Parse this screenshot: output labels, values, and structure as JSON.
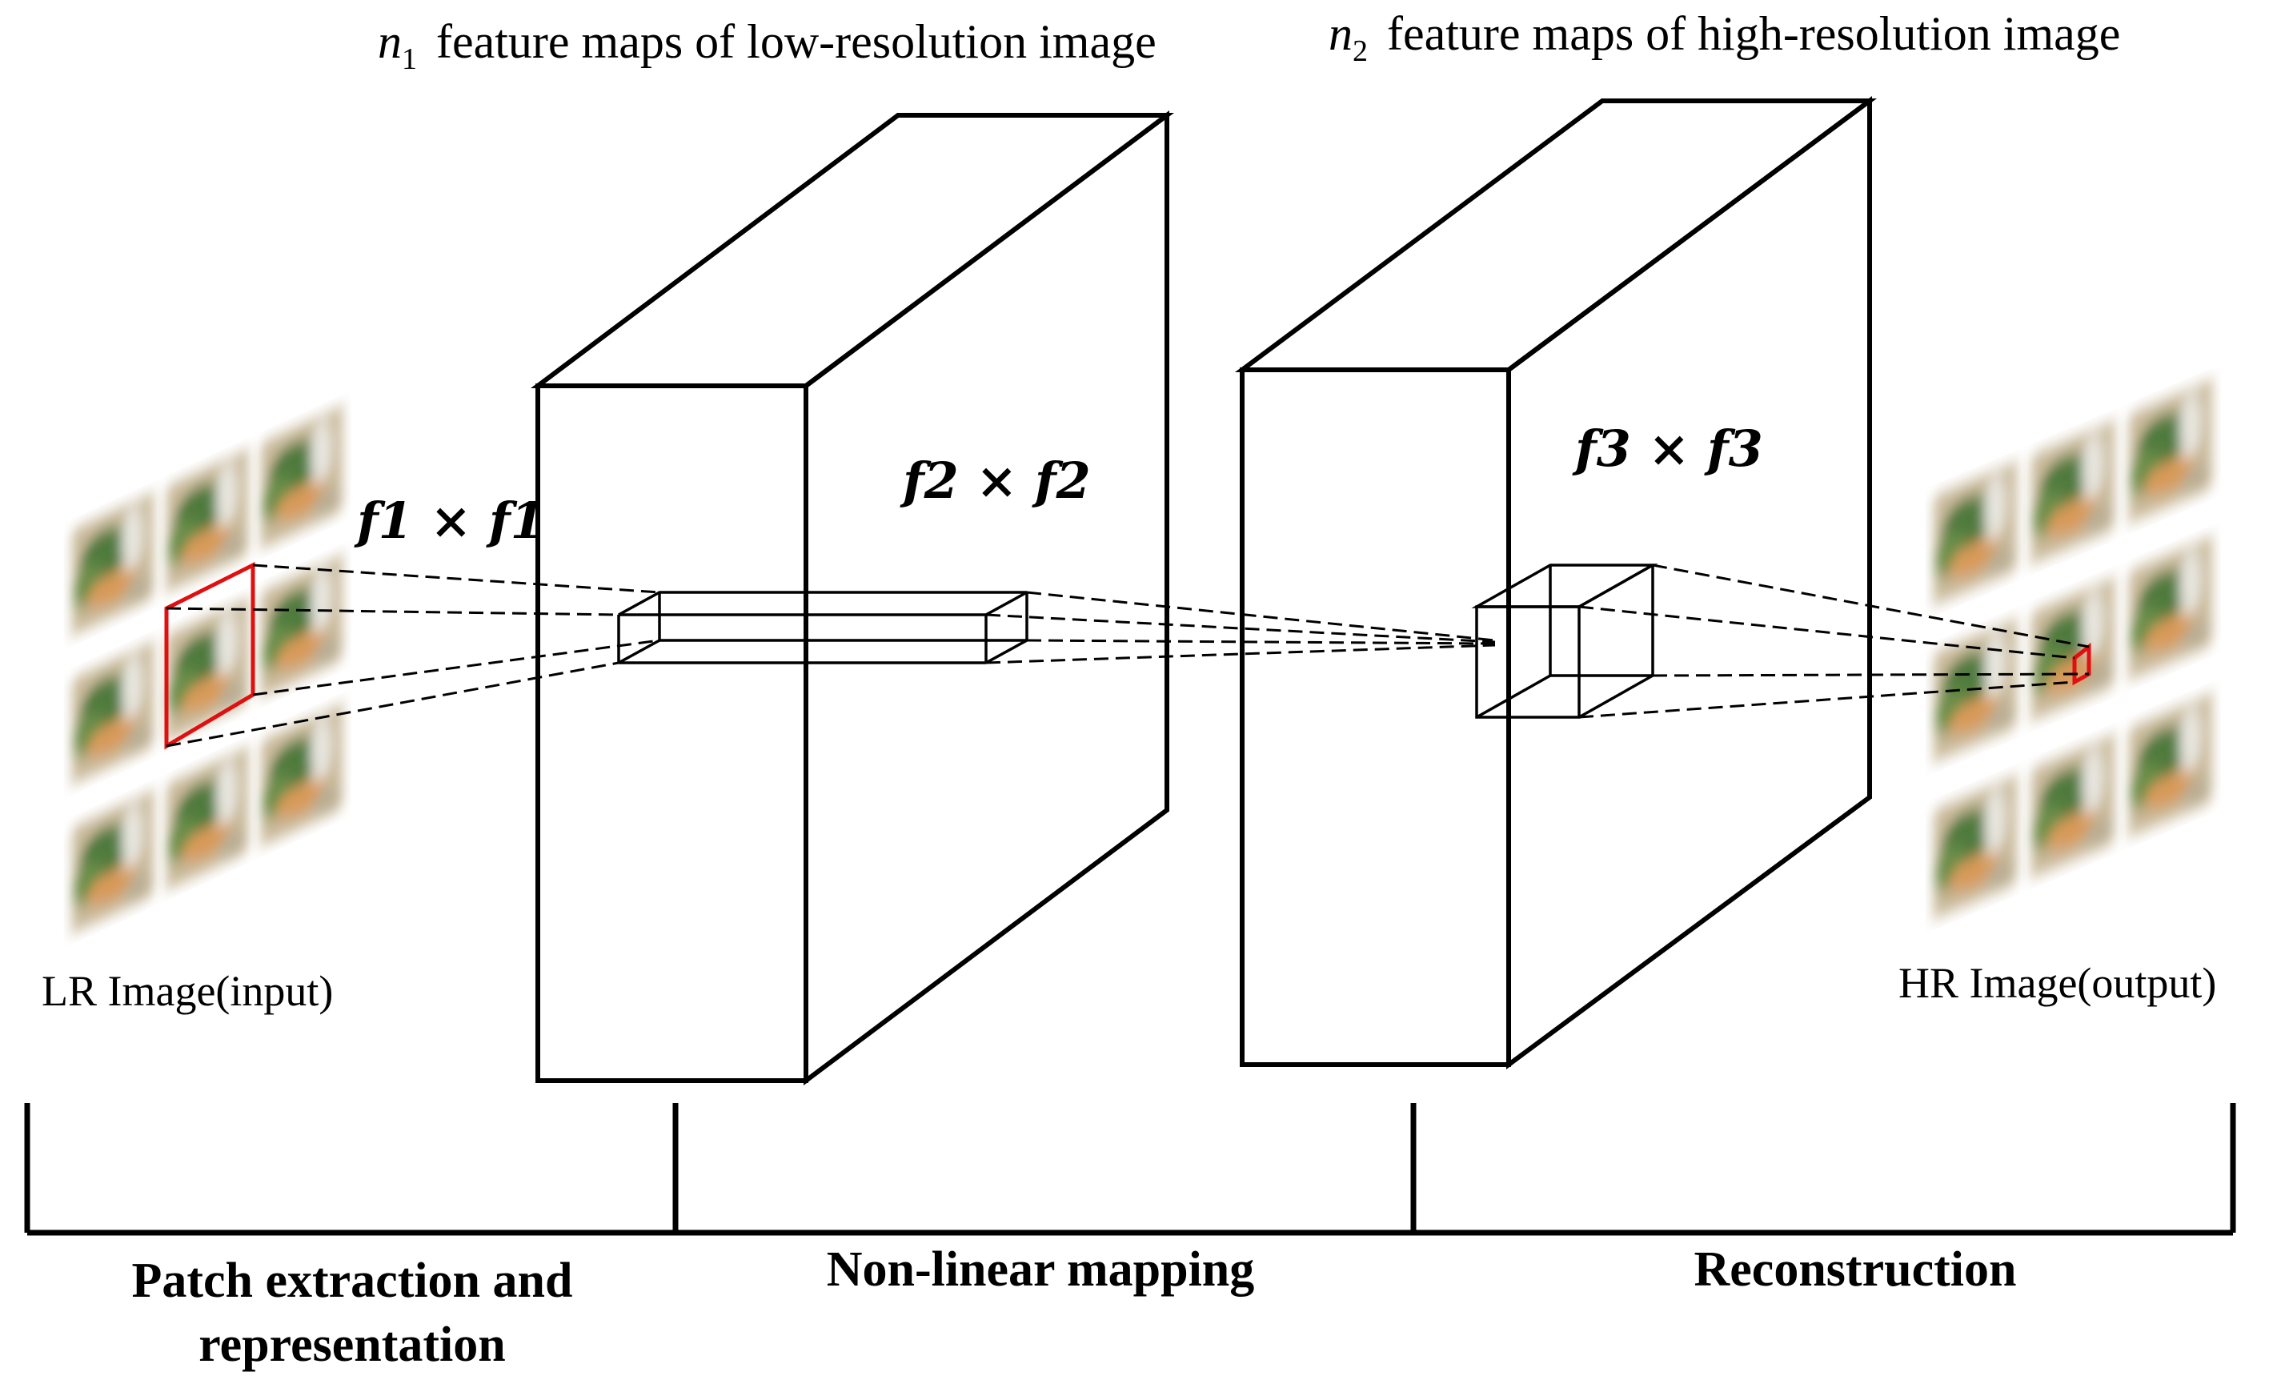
{
  "labels": {
    "n1_symbol": "n",
    "n1_sub": "1",
    "n1_text": "feature maps of low-resolution image",
    "n2_symbol": "n",
    "n2_sub": "2",
    "n2_text": "feature maps of high-resolution image",
    "filter1": "f1 × f1",
    "filter2": "f2 × f2",
    "filter3": "f3 × f3",
    "input_caption": "LR Image(input)",
    "output_caption": "HR Image(output)"
  },
  "stages": [
    {
      "line1": "Patch extraction and",
      "line2": "representation"
    },
    {
      "line1": "Non-linear mapping",
      "line2": ""
    },
    {
      "line1": "Reconstruction",
      "line2": ""
    }
  ],
  "colors": {
    "stroke": "#000000",
    "highlight": "#e01010",
    "tile_bg": "#c9b99a",
    "tile_leaf": "#4f7a3c",
    "tile_bowl": "#d89a58",
    "tile_vase": "#e8e6df"
  }
}
